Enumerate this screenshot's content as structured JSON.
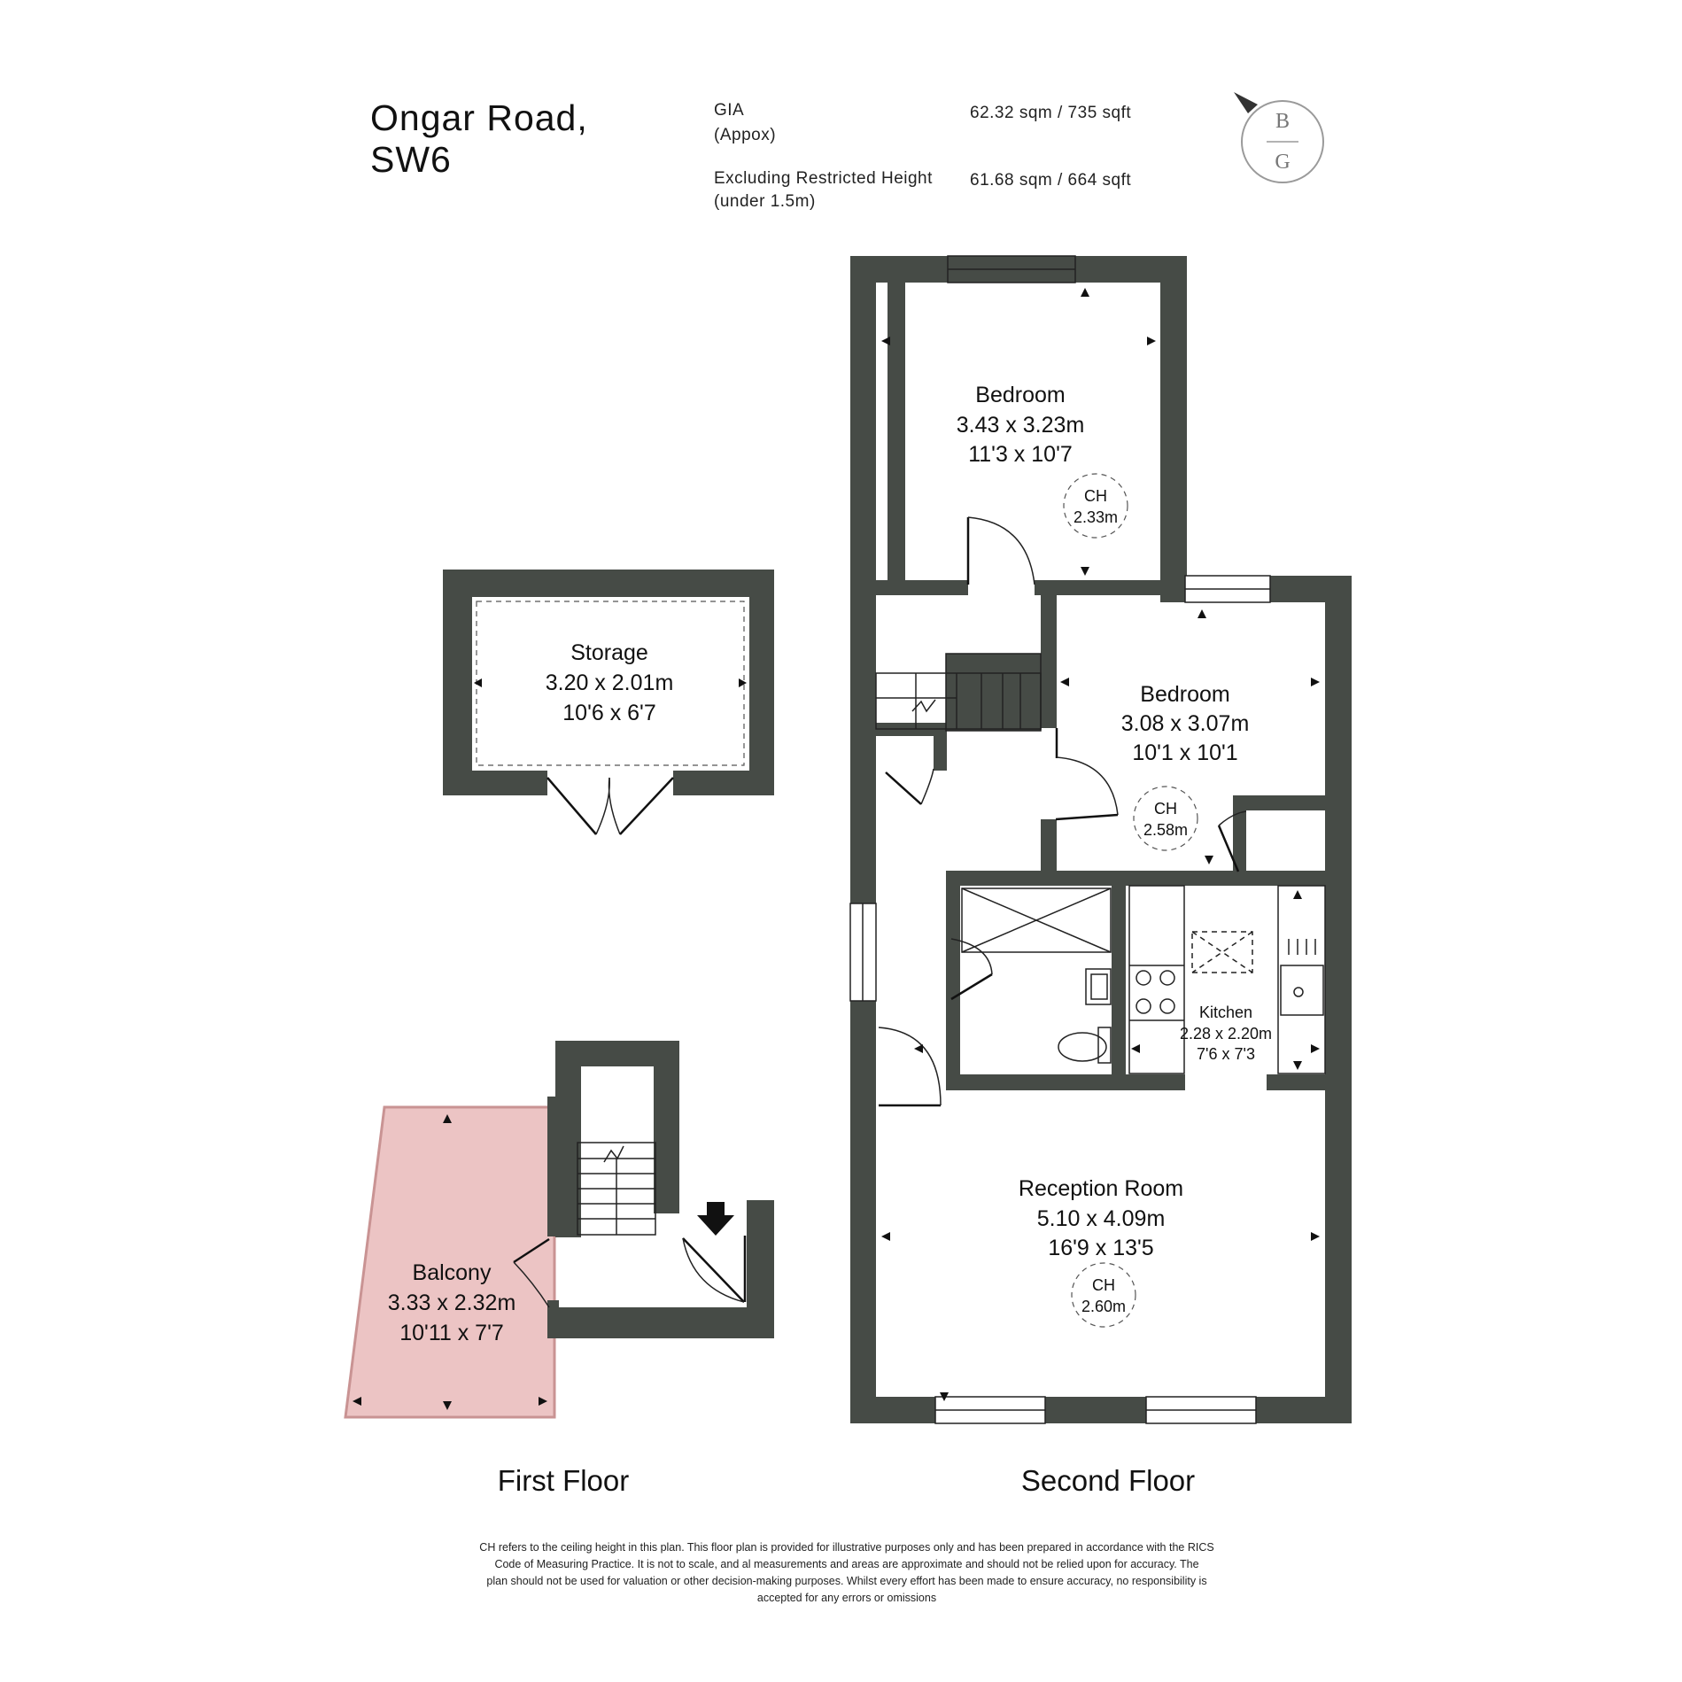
{
  "header": {
    "address_line1": "Ongar Road,",
    "address_line2": "SW6",
    "gia_label_line1": "GIA",
    "gia_label_line2": "(Appox)",
    "gia_value": "62.32 sqm / 735 sqft",
    "excl_label_line1": "Excluding Restricted Height",
    "excl_label_line2": "(under 1.5m)",
    "excl_value": "61.68 sqm / 664 sqft"
  },
  "logo": {
    "top_letter": "B",
    "bottom_letter": "G"
  },
  "rooms": {
    "bedroom1": {
      "name": "Bedroom",
      "metric": "3.43 x 3.23m",
      "imperial": "11'3 x 10'7",
      "ch_label": "CH",
      "ch_value": "2.33m"
    },
    "bedroom2": {
      "name": "Bedroom",
      "metric": "3.08 x 3.07m",
      "imperial": "10'1 x 10'1",
      "ch_label": "CH",
      "ch_value": "2.58m"
    },
    "kitchen": {
      "name": "Kitchen",
      "metric": "2.28 x 2.20m",
      "imperial": "7'6 x 7'3"
    },
    "reception": {
      "name": "Reception Room",
      "metric": "5.10 x 4.09m",
      "imperial": "16'9 x 13'5",
      "ch_label": "CH",
      "ch_value": "2.60m"
    },
    "storage": {
      "name": "Storage",
      "metric": "3.20 x 2.01m",
      "imperial": "10'6 x 6'7"
    },
    "balcony": {
      "name": "Balcony",
      "metric": "3.33 x 2.32m",
      "imperial": "10'11 x 7'7"
    }
  },
  "floors": {
    "first": "First Floor",
    "second": "Second Floor"
  },
  "disclaimer": [
    "CH refers to the ceiling height in this plan. This floor plan is provided for illustrative purposes only and has been prepared in accordance with the RICS",
    "Code of Measuring Practice. It is not to scale, and al measurements and areas are approximate and should not be relied upon for accuracy. The",
    "plan should not be used for valuation or other decision-making purposes. Whilst every effort has been made to ensure accuracy, no responsibility is",
    "accepted for any errors or omissions"
  ],
  "colors": {
    "wall": "#464b46",
    "balcony_fill": "#ecc4c4",
    "balcony_edge": "#c99393",
    "text": "#111111"
  }
}
